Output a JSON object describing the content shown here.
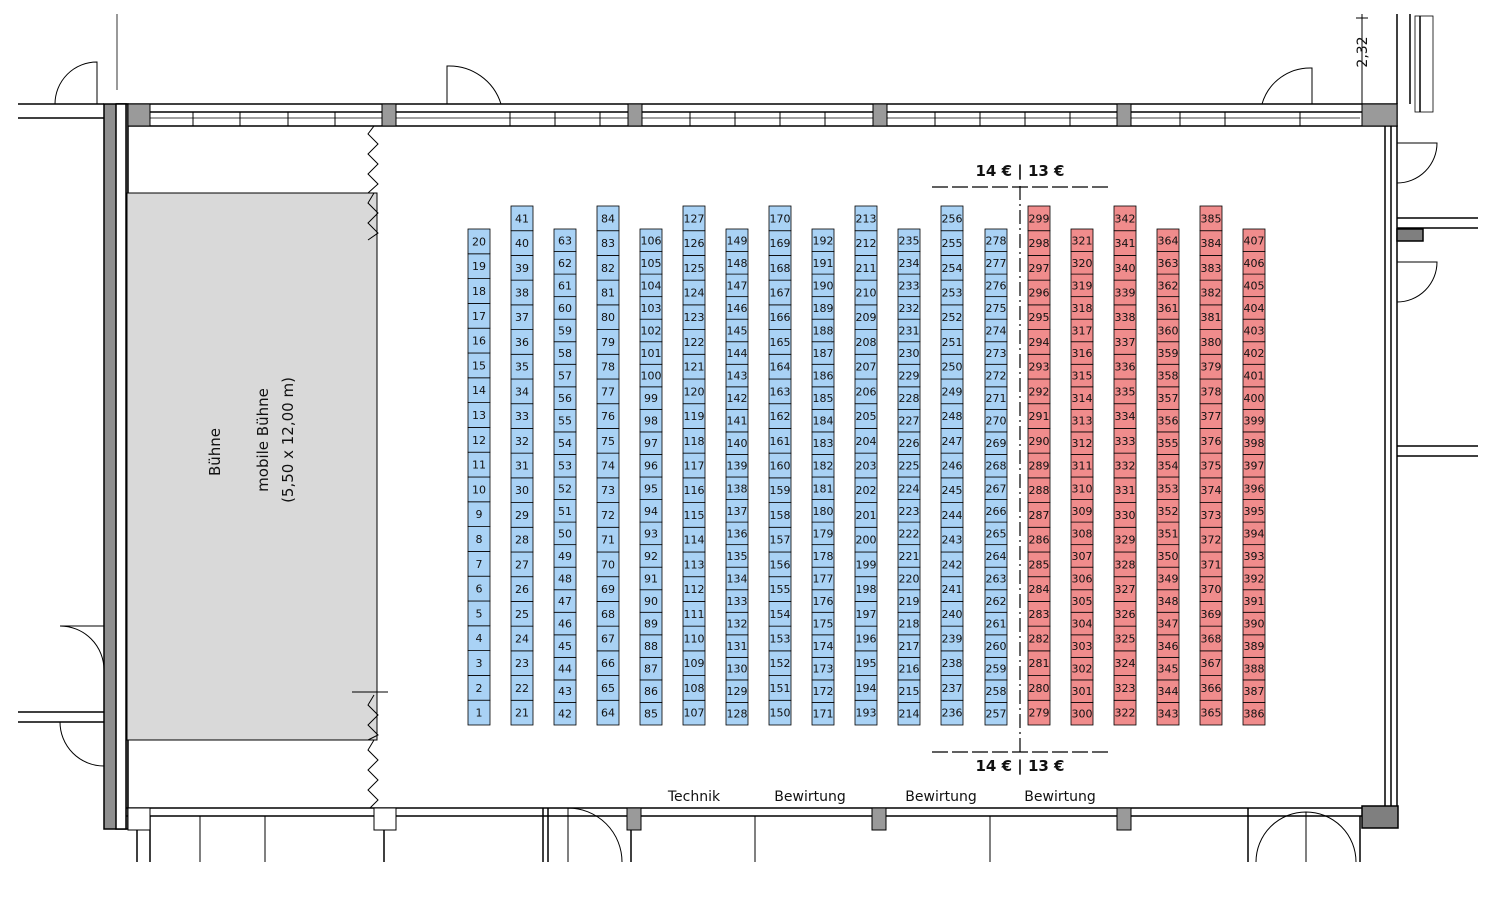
{
  "stage": {
    "label": "Bühne",
    "line1": "mobile Bühne",
    "line2": "(5,50 x 12,00 m)"
  },
  "price_top": "14 € | 13 €",
  "price_bottom": "14 € | 13 €",
  "dimension": "2,32",
  "bottom_labels": [
    "Technik",
    "Bewirtung",
    "Bewirtung",
    "Bewirtung"
  ],
  "colors": {
    "blue_fill": "#a9d2f5",
    "red_fill": "#f08c8c",
    "stage_fill": "#d9d9d9",
    "wall": "#7f7f7f",
    "line": "#000000"
  },
  "seat_columns": [
    {
      "zone": "14",
      "start": 1,
      "end": 20
    },
    {
      "zone": "14",
      "start": 21,
      "end": 41
    },
    {
      "zone": "14",
      "start": 42,
      "end": 63
    },
    {
      "zone": "14",
      "start": 64,
      "end": 84
    },
    {
      "zone": "14",
      "start": 85,
      "end": 106
    },
    {
      "zone": "14",
      "start": 107,
      "end": 127
    },
    {
      "zone": "14",
      "start": 128,
      "end": 149
    },
    {
      "zone": "14",
      "start": 150,
      "end": 170
    },
    {
      "zone": "14",
      "start": 171,
      "end": 192
    },
    {
      "zone": "14",
      "start": 193,
      "end": 213
    },
    {
      "zone": "14",
      "start": 214,
      "end": 235
    },
    {
      "zone": "14",
      "start": 236,
      "end": 256
    },
    {
      "zone": "14",
      "start": 257,
      "end": 278
    },
    {
      "zone": "13",
      "start": 279,
      "end": 299
    },
    {
      "zone": "13",
      "start": 300,
      "end": 321
    },
    {
      "zone": "13",
      "start": 322,
      "end": 342
    },
    {
      "zone": "13",
      "start": 343,
      "end": 364
    },
    {
      "zone": "13",
      "start": 365,
      "end": 385
    },
    {
      "zone": "13",
      "start": 386,
      "end": 407
    }
  ]
}
